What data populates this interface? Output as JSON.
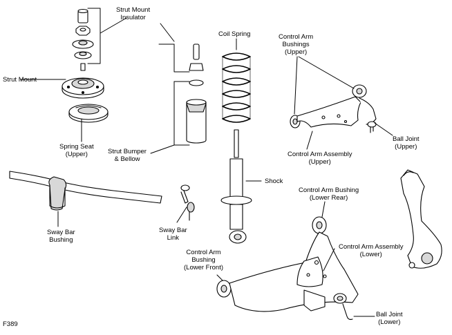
{
  "labels": {
    "strut_mount_insulator": [
      "Strut Mount",
      "Insulator"
    ],
    "strut_mount": [
      "Strut Mount"
    ],
    "coil_spring": [
      "Coil Spring"
    ],
    "control_arm_bushings_upper": [
      "Control Arm",
      "Bushings",
      "(Upper)"
    ],
    "spring_seat_upper": [
      "Spring Seat",
      "(Upper)"
    ],
    "strut_bumper_bellow": [
      "Strut Bumper",
      "& Bellow"
    ],
    "ball_joint_upper": [
      "Ball Joint",
      "(Upper)"
    ],
    "control_arm_assembly_upper": [
      "Control Arm Assembly",
      "(Upper)"
    ],
    "shock": [
      "Shock"
    ],
    "control_arm_bushing_lower_rear": [
      "Control Arm Bushing",
      "(Lower Rear)"
    ],
    "sway_bar_bushing": [
      "Sway Bar",
      "Bushing"
    ],
    "sway_bar_link": [
      "Sway Bar",
      "Link"
    ],
    "control_arm_assembly_lower": [
      "Control Arm Assembly",
      "(Lower)"
    ],
    "control_arm_bushing_lower_front": [
      "Control Arm",
      "Bushing",
      "(Lower Front)"
    ],
    "ball_joint_lower": [
      "Ball Joint",
      "(Lower)"
    ],
    "figure_code": [
      "F389"
    ]
  },
  "colors": {
    "line": "#000000",
    "background": "#ffffff",
    "shade": "#d8d8d8"
  }
}
